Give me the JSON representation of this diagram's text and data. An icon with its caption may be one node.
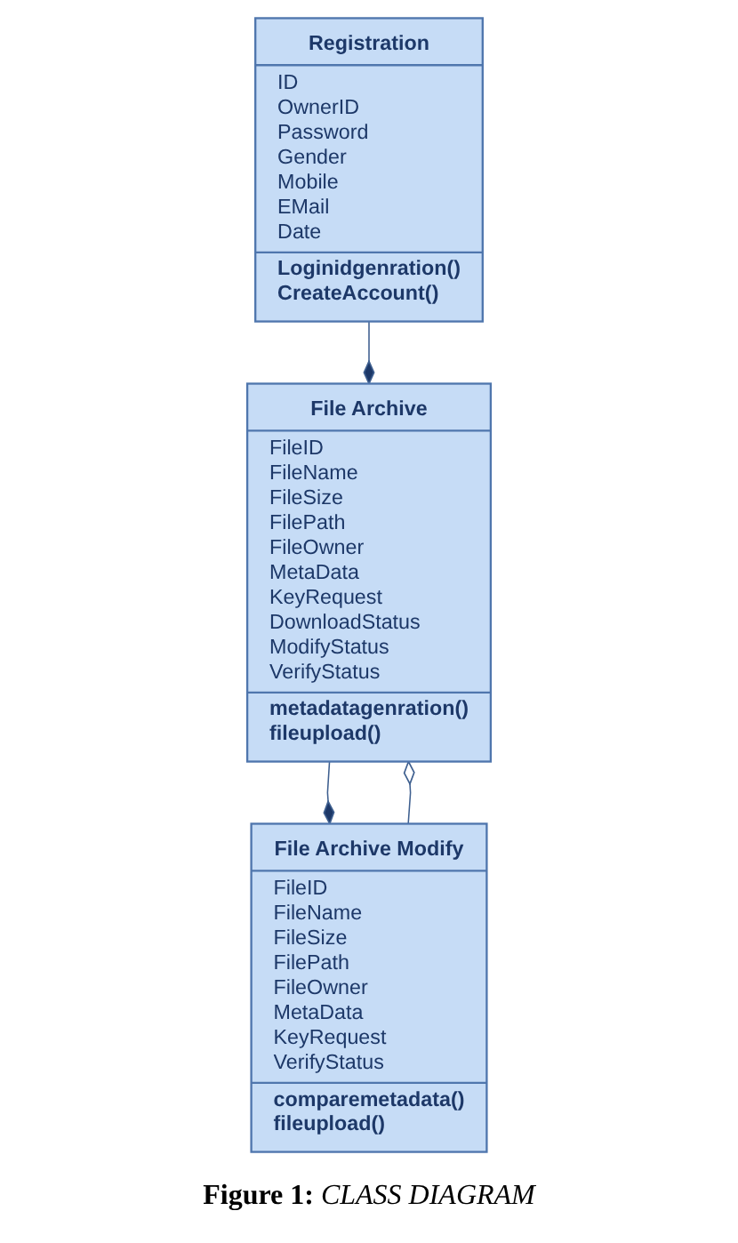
{
  "diagram": {
    "caption": "**Figure 1:** *CLASS DIAGRAM*",
    "nodes": [
      {
        "text": [
          "Registration",
          "ID OwnerID Password Gender Mobile EMail Date",
          "Loginidgenration() CreateAccount()"
        ]
      },
      {
        "text": [
          "File Archive",
          "FileID FileName FileSize FilePath FileOwner MetaData KeyRequest DownloadStatus ModifyStatus VerifyStatus",
          "metadatagenration() fileupload()"
        ]
      },
      {
        "text": [
          "File Archive Modify",
          "FileID FileName FileSize FilePath FileOwner MetaData KeyRequest VerifyStatus",
          "comparemetadata() fileupload()"
        ]
      }
    ],
    "edges": [
      {
        "from": 0,
        "to": 1,
        "arrow": "other"
      },
      {
        "from": 1,
        "to": 2,
        "arrow": "other"
      },
      {
        "from": 2,
        "to": 1,
        "arrow": "other"
      }
    ]
  }
}
